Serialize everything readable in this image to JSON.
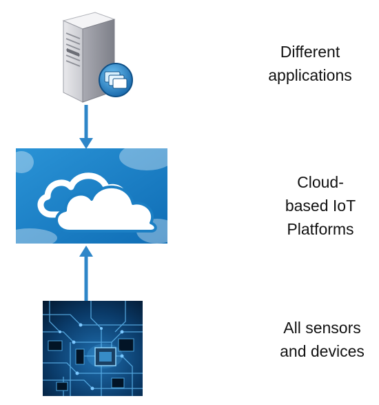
{
  "layers": [
    {
      "icon": "server-icon",
      "label": "Different\napplications"
    },
    {
      "icon": "cloud-icon",
      "label": "Cloud-\nbased IoT\nPlatforms"
    },
    {
      "icon": "circuit-board-icon",
      "label": "All sensors\nand devices"
    }
  ],
  "arrows": [
    {
      "from": "Different applications",
      "to": "Cloud-based IoT Platforms",
      "direction": "down"
    },
    {
      "from": "All sensors and devices",
      "to": "Cloud-based IoT Platforms",
      "direction": "up"
    }
  ],
  "colors": {
    "arrow": "#2e86c8",
    "cloud_bg": "#1b7fc4",
    "board_bg": "#062a4e",
    "text": "#111111"
  }
}
